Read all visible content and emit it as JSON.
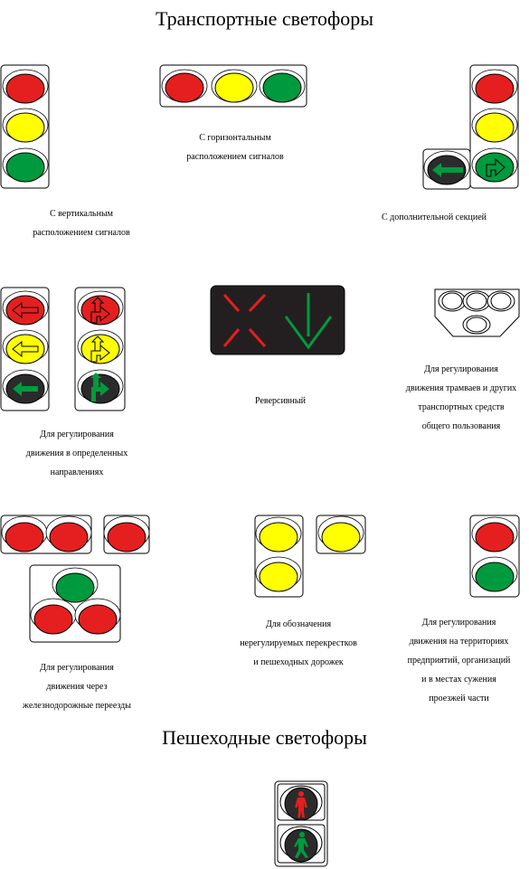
{
  "titles": {
    "transport": "Транспортные светофоры",
    "pedestrian": "Пешеходные светофоры"
  },
  "captions": {
    "vertical": [
      "С вертикальным",
      "расположением сигналов"
    ],
    "horizontal": [
      "С горизонтальным",
      "расположением сигналов"
    ],
    "additional": [
      "С дополнительной секцией"
    ],
    "directional": [
      "Для регулирования",
      "движения в определенных",
      "направлениях"
    ],
    "reversible": [
      "Реверсивный"
    ],
    "tram": [
      "Для регулирования",
      "движения трамваев и других",
      "транспортных средств",
      "общего пользования"
    ],
    "railway": [
      "Для регулирования",
      "движения через",
      "железнодорожные переезды"
    ],
    "unregulated": [
      "Для обозначения",
      "нерегулируемых перекрестков",
      "и пешеходных дорожек"
    ],
    "territory": [
      "Для регулирования",
      "движения на территориях",
      "предприятий, организаций",
      "и в местах сужения",
      "проезжей части"
    ]
  },
  "colors": {
    "red": "#e51f1f",
    "yellow": "#ffff00",
    "green": "#009a3e",
    "dark": "#2b2b2b",
    "panel": "#231f20"
  }
}
